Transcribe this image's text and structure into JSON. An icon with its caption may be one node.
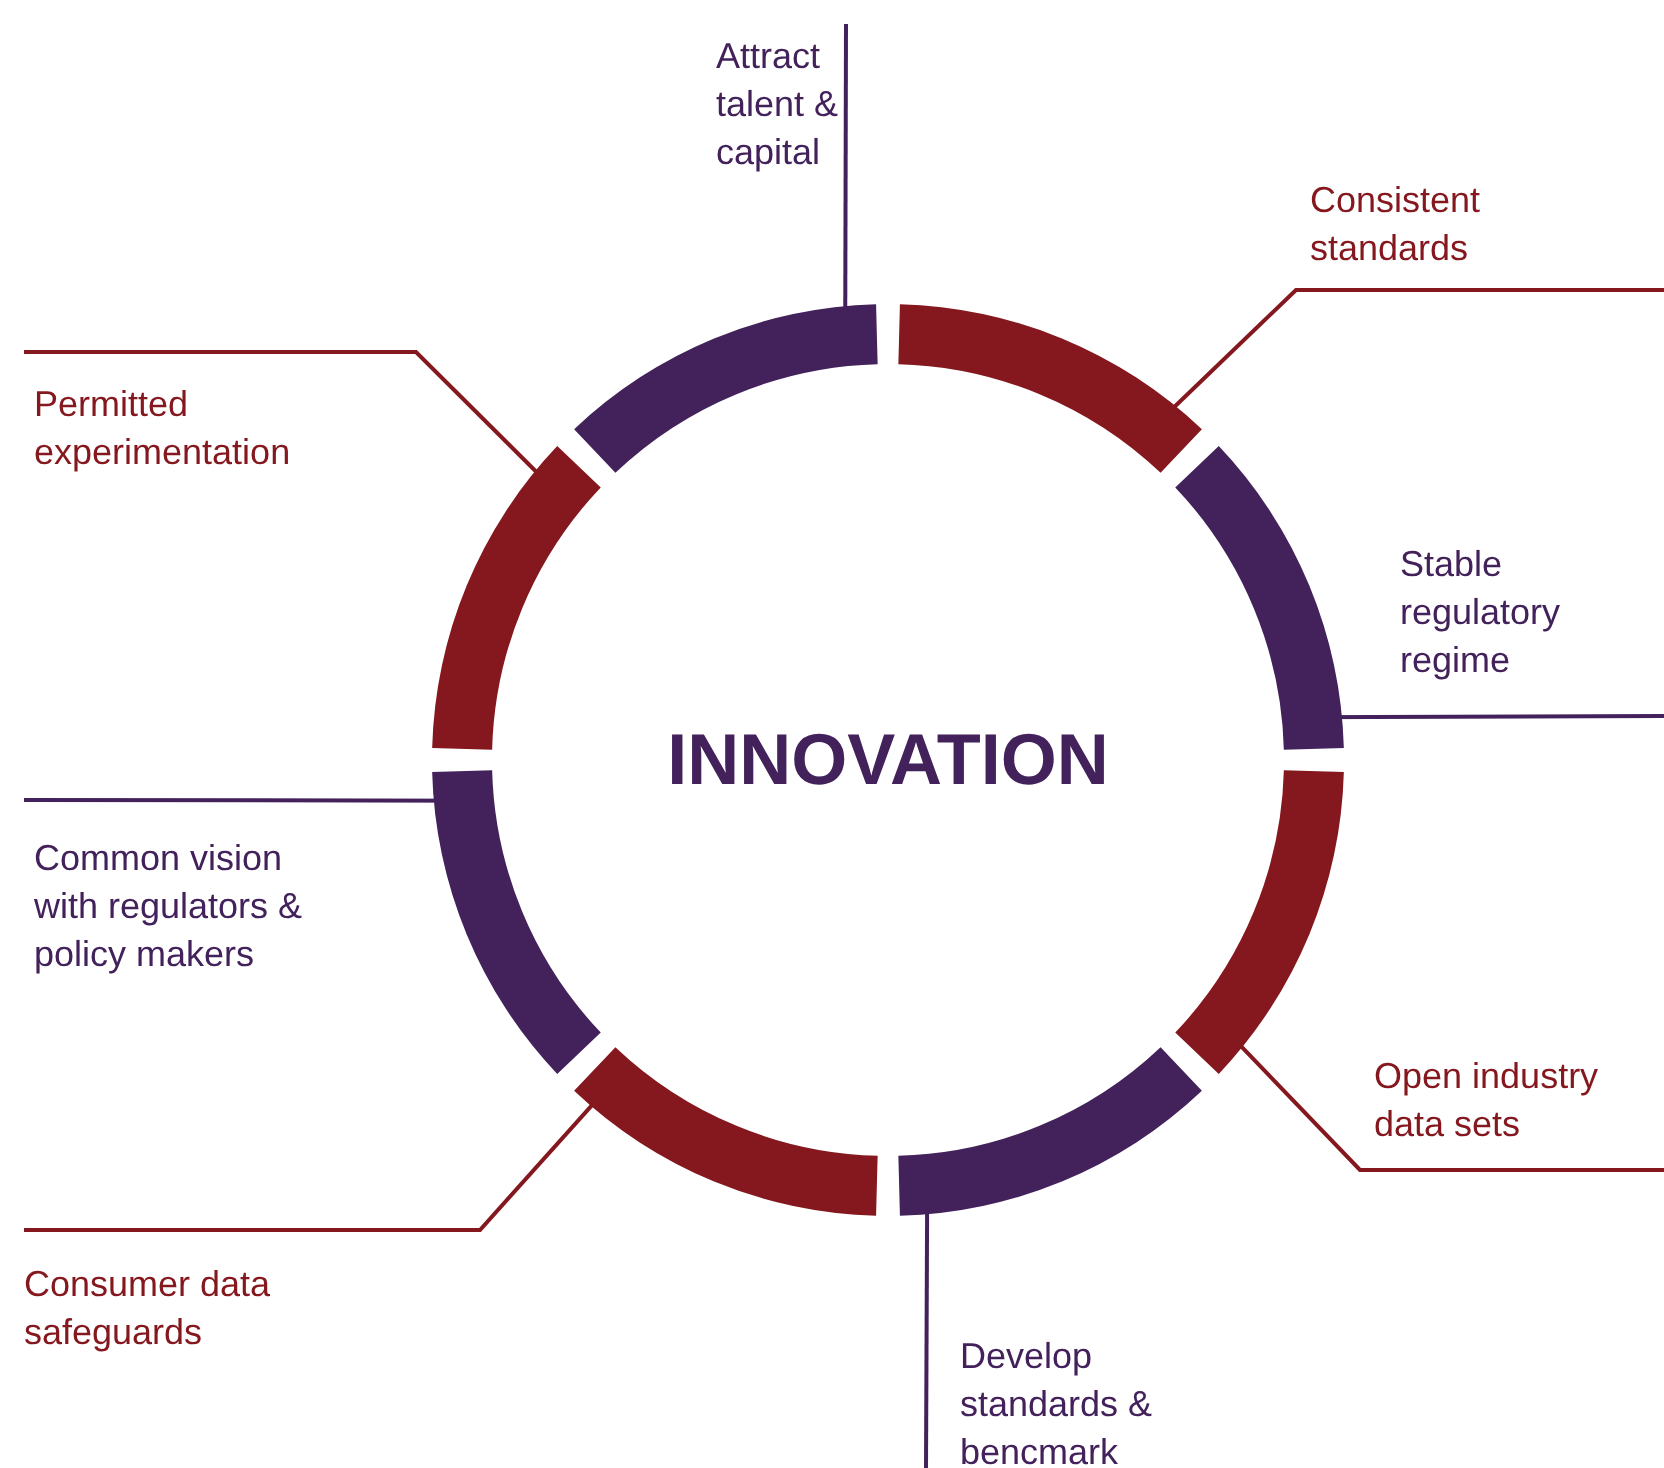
{
  "diagram": {
    "nodes": [
      {
        "text": [
          "Attract talent & capital"
        ]
      },
      {
        "text": [
          "Consistent standards"
        ]
      },
      {
        "text": [
          "Stable regulatory regime"
        ]
      },
      {
        "text": [
          "Open industry data sets"
        ]
      },
      {
        "text": [
          "Develop standards & bencmark"
        ]
      },
      {
        "text": [
          "Consumer data safeguards"
        ]
      },
      {
        "text": [
          "Common vision with regulators & policy makers"
        ]
      },
      {
        "text": [
          "Permitted experimentation"
        ]
      },
      {
        "text": [],
        "shape": "arc"
      },
      {
        "text": [],
        "shape": "arc"
      },
      {
        "text": [],
        "shape": "arc"
      },
      {
        "text": [],
        "shape": "arc"
      },
      {
        "text": [],
        "shape": "arc"
      },
      {
        "text": [],
        "shape": "arc"
      },
      {
        "text": [],
        "shape": "arc"
      },
      {
        "text": [],
        "shape": "arc"
      }
    ],
    "edges": [
      {
        "from": 0,
        "to": 8,
        "arrow": "none"
      },
      {
        "from": 1,
        "to": 9,
        "arrow": "none"
      },
      {
        "from": 2,
        "to": 10,
        "arrow": "none"
      },
      {
        "from": 3,
        "to": 11,
        "arrow": "none"
      },
      {
        "from": 4,
        "to": 12,
        "arrow": "none"
      },
      {
        "from": 5,
        "to": 13,
        "arrow": "none"
      },
      {
        "from": 6,
        "to": 14,
        "arrow": "none"
      },
      {
        "from": 7,
        "to": 15,
        "arrow": "none"
      }
    ],
    "labels": [
      "INNOVATION"
    ]
  }
}
